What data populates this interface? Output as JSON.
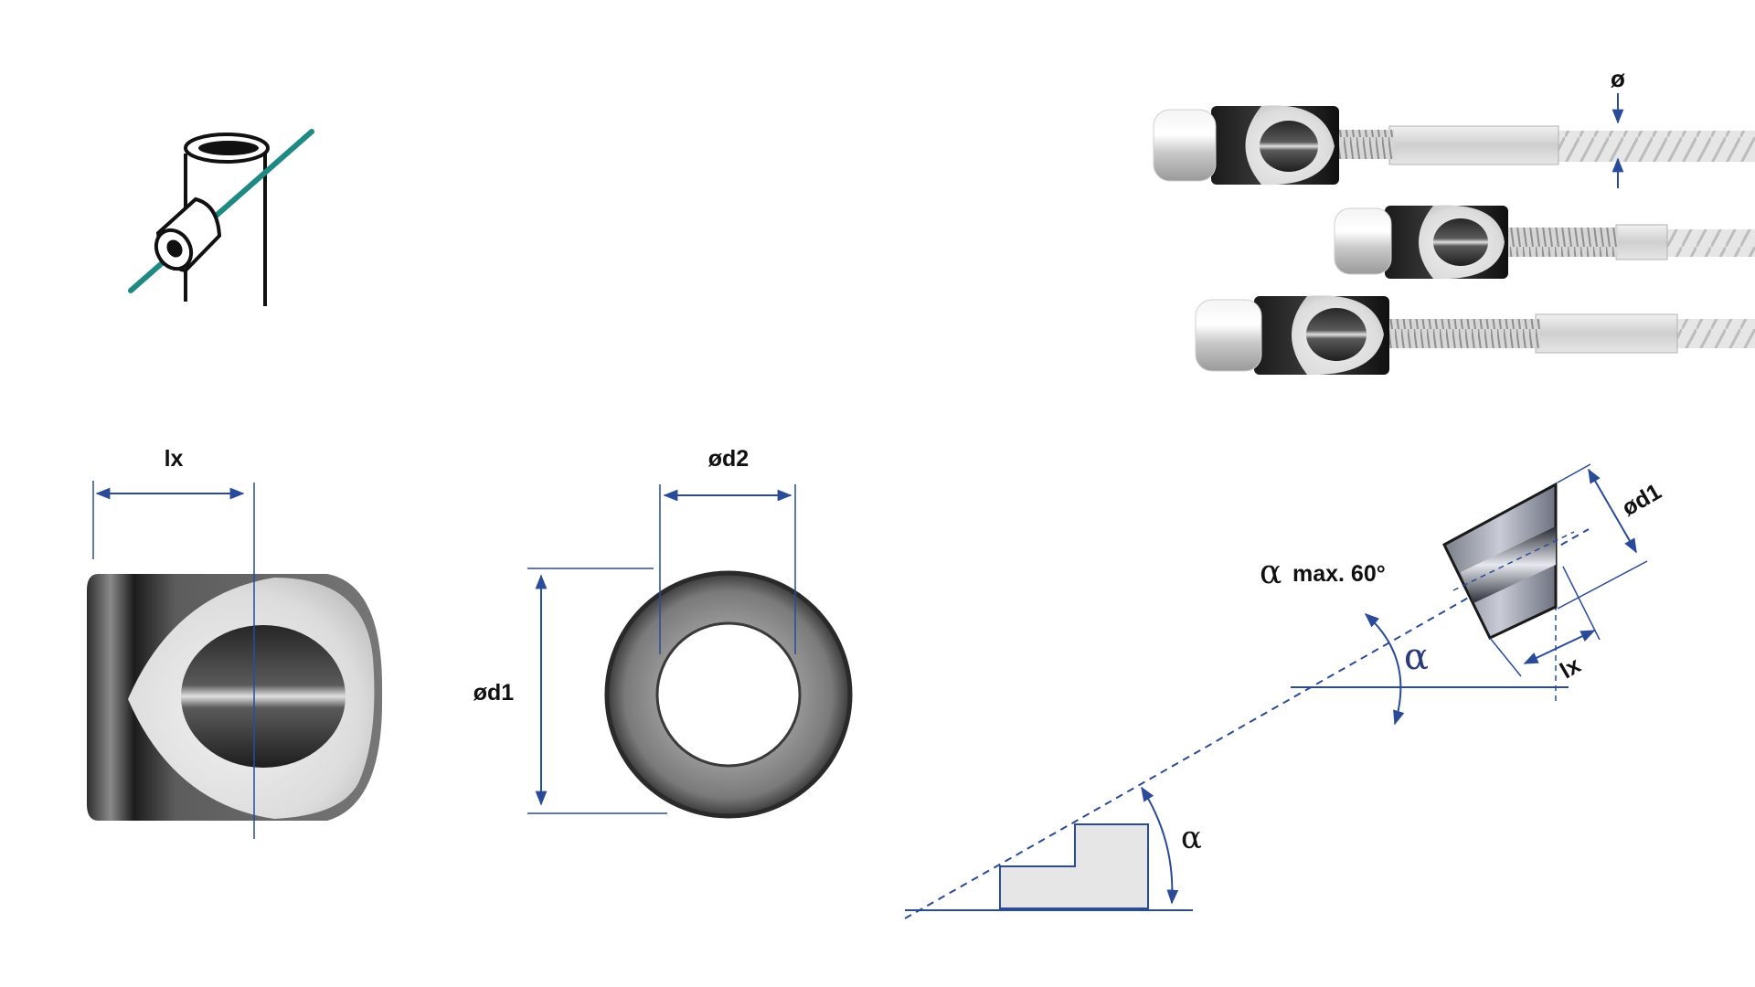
{
  "labels": {
    "lx_top": "lx",
    "d2": "ød2",
    "d1": "ød1",
    "diameter_cable": "ø",
    "d1_angled": "ød1",
    "lx_angled": "lx",
    "alpha_symbol": "α",
    "alpha_max_text": "max. 60°",
    "alpha_small": "α",
    "alpha_large": "α"
  },
  "colors": {
    "dimension_line": "#2a4a9a",
    "cable_accent": "#1f8a84",
    "metal_dark": "#2a2a2a",
    "metal_light": "#d8d8d8"
  }
}
